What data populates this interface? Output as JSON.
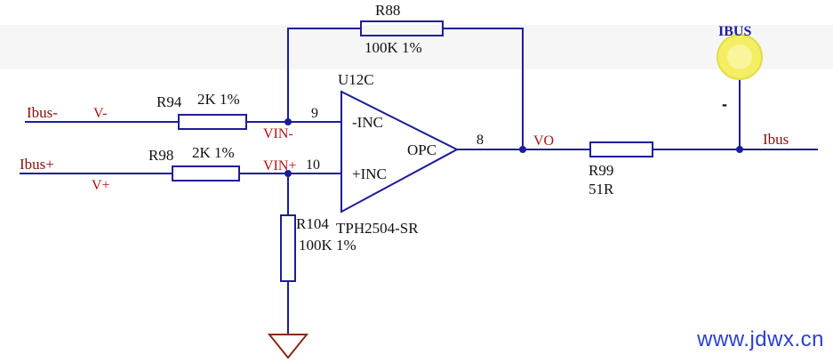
{
  "ports": {
    "ibus_minus": "Ibus-",
    "ibus_plus": "Ibus+",
    "ibus_out": "Ibus"
  },
  "nets": {
    "v_minus": "V-",
    "v_plus": "V+",
    "vin_minus": "VIN-",
    "vin_plus": "VIN+",
    "vo": "VO"
  },
  "resistors": {
    "r88": {
      "ref": "R88",
      "value": "100K 1%"
    },
    "r94": {
      "ref": "R94",
      "value": "2K 1%"
    },
    "r98": {
      "ref": "R98",
      "value": "2K 1%"
    },
    "r99": {
      "ref": "R99",
      "value": "51R"
    },
    "r104": {
      "ref": "R104",
      "value": "100K 1%"
    }
  },
  "opamp": {
    "ref": "U12C",
    "part": "TPH2504-SR",
    "pin_inv_name": "-INC",
    "pin_noninv_name": "+INC",
    "pin_out_name": "OPC",
    "pin_inv_num": "9",
    "pin_noninv_num": "10",
    "pin_out_num": "8"
  },
  "probe": {
    "label": "IBUS",
    "minus": "-",
    "color": "#f3ee63"
  },
  "colors": {
    "wire": "#1d1d9a",
    "net_label": "#b01010",
    "ground": "#8a2a12"
  },
  "watermark": "www.jdwx.cn"
}
